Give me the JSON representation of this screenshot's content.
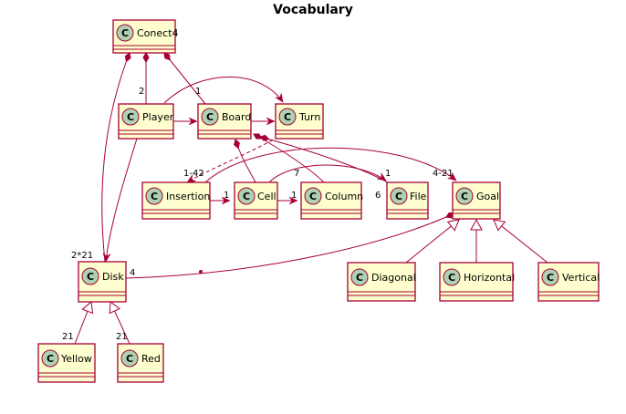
{
  "title": "Vocabulary",
  "stereotype_letter": "C",
  "classes": {
    "conect4": "Conect4",
    "player": "Player",
    "board": "Board",
    "turn": "Turn",
    "insertion": "Insertion",
    "cell": "Cell",
    "column": "Column",
    "file": "File",
    "goal": "Goal",
    "disk": "Disk",
    "diagonal": "Diagonal",
    "horizontal": "Horizontal",
    "vertical": "Vertical",
    "yellow": "Yellow",
    "red": "Red"
  },
  "multiplicities": {
    "conect4_player": "2",
    "conect4_board": "1",
    "insertion_goal": "1-42",
    "board_file": "1",
    "turn_goal": "4-21",
    "board_column": "7",
    "insertion_cell": "1",
    "cell_column": "1",
    "board_file_6": "6",
    "conect4_disk": "2*21",
    "goal_disk": "4",
    "disk_yellow": "21",
    "disk_red": "21"
  },
  "colors": {
    "border": "#A80036",
    "fill": "#FEFECE",
    "circle": "#ADD1B2"
  }
}
